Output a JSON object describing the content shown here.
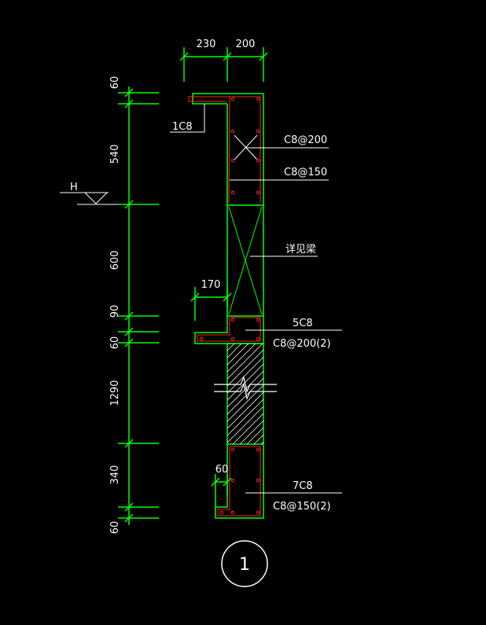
{
  "top_dimensions": {
    "left": "230",
    "right": "200"
  },
  "left_dimensions": [
    "60",
    "540",
    "600",
    "90",
    "60",
    "1290",
    "340",
    "60"
  ],
  "elevation_mark": "H",
  "ledge_dimension": "170",
  "bottom_dimension": "60",
  "callouts": {
    "top_bar": "1C8",
    "stirrup_1": "C8@200",
    "stirrup_2": "C8@150",
    "beam_note": "详见梁",
    "mid_bars": "5C8",
    "mid_stirrup": "C8@200(2)",
    "bottom_bars": "7C8",
    "bottom_stirrup": "C8@150(2)"
  },
  "section_number": "1",
  "colors": {
    "background": "#000000",
    "outline": "#00ff00",
    "rebar": "#ff2020",
    "text": "#ffffff"
  }
}
